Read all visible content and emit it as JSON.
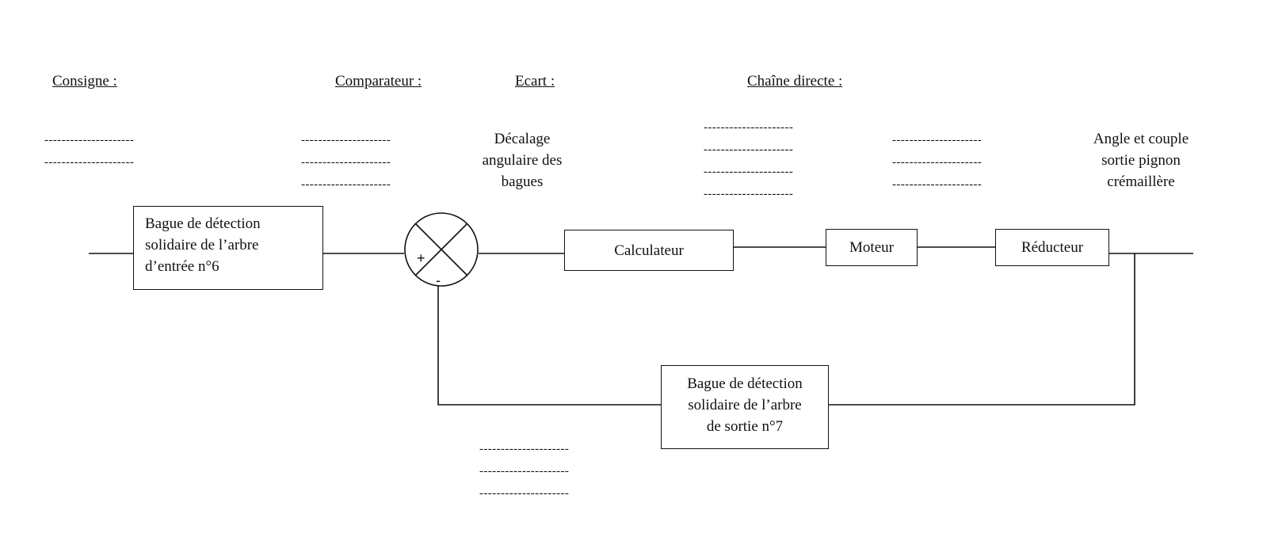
{
  "headings": {
    "consigne": "Consigne :",
    "comparateur": "Comparateur :",
    "ecart": "Ecart :",
    "chaine_directe": "Chaîne directe :"
  },
  "placeholder_line": "---------------------",
  "signal_texts": {
    "ecart_desc": [
      "Décalage",
      "angulaire des",
      "bagues"
    ],
    "output_desc": [
      "Angle et couple",
      "sortie pignon",
      "crémaillère"
    ]
  },
  "blocks": {
    "input_ring": [
      "Bague de détection",
      "solidaire de l’arbre",
      "d’entrée n°6"
    ],
    "calculateur": "Calculateur",
    "moteur": "Moteur",
    "reducteur": "Réducteur",
    "feedback_ring": [
      "Bague de détection",
      "solidaire de l’arbre",
      "de sortie n°7"
    ]
  },
  "comparator_signs": {
    "plus": "+",
    "minus": "-"
  }
}
